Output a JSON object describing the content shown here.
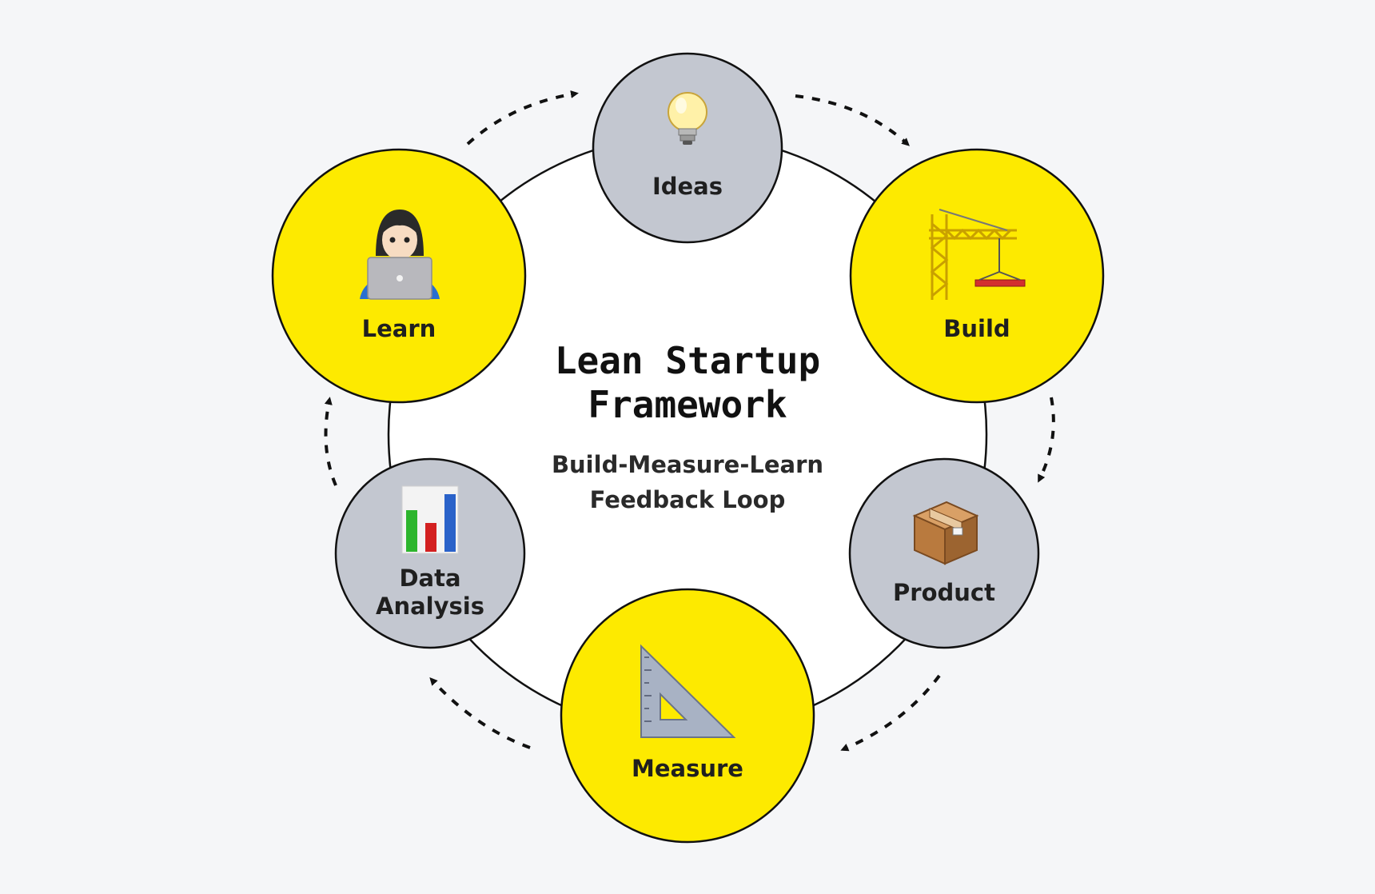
{
  "title": {
    "line1": "Lean Startup",
    "line2": "Framework"
  },
  "subtitle": {
    "line1": "Build-Measure-Learn",
    "line2": "Feedback Loop"
  },
  "colors": {
    "background": "#f5f6f8",
    "yellow": "#fdea00",
    "gray": "#c3c7d0",
    "center": "#ffffff",
    "stroke": "#111111"
  },
  "nodes": {
    "ideas": {
      "label": "Ideas",
      "icon": "light-bulb-icon"
    },
    "build": {
      "label": "Build",
      "icon": "construction-crane-icon"
    },
    "product": {
      "label": "Product",
      "icon": "package-box-icon"
    },
    "measure": {
      "label": "Measure",
      "icon": "triangular-ruler-icon"
    },
    "data_analysis": {
      "label_line1": "Data",
      "label_line2": "Analysis",
      "icon": "bar-chart-icon"
    },
    "learn": {
      "label": "Learn",
      "icon": "person-with-laptop-icon"
    }
  }
}
